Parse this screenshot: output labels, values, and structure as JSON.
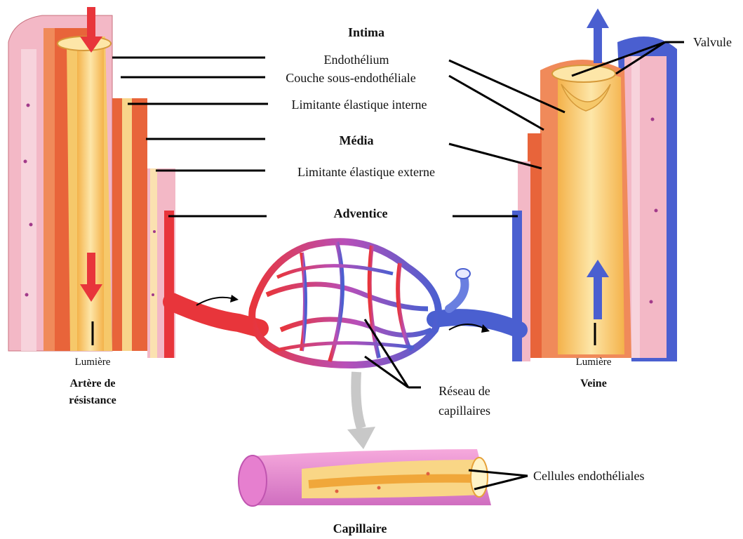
{
  "labels": {
    "intima": "Intima",
    "endothelium": "Endothélium",
    "subendothelial": "Couche sous-endothéliale",
    "internal_elastic": "Limitante élastique interne",
    "media": "Média",
    "external_elastic": "Limitante élastique externe",
    "adventitia": "Adventice",
    "valve": "Valvule",
    "lumen_artery": "Lumière",
    "artery_line1": "Artère de",
    "artery_line2": "résistance",
    "lumen_vein": "Lumière",
    "vein": "Veine",
    "capillary_network_line1": "Réseau de",
    "capillary_network_line2": "capillaires",
    "endothelial_cells": "Cellules endothéliales",
    "capillary": "Capillaire"
  },
  "colors": {
    "artery_red": "#e8353b",
    "vein_blue": "#4a5fd0",
    "media_orange": "#e8643a",
    "intima_yellow": "#f6c86a",
    "adventitia_pink": "#f3b8c6",
    "network_purple": "#9a55c8"
  }
}
